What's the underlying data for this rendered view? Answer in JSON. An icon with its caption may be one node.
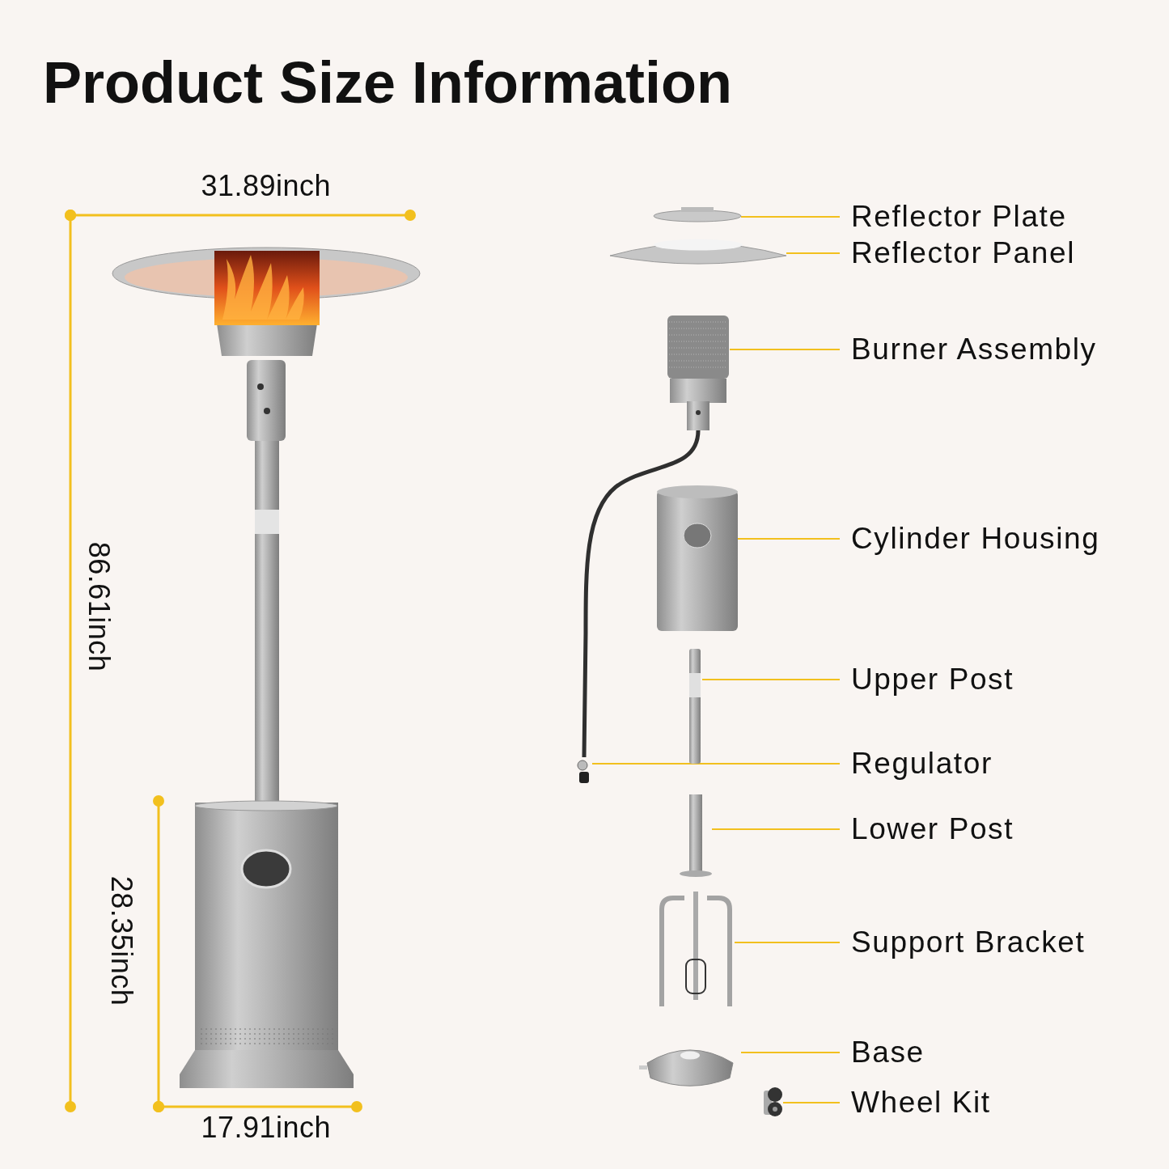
{
  "diagram": {
    "title": "Product Size Information",
    "nodes": [
      {
        "text": [
          "Reflector Plate"
        ]
      },
      {
        "text": [
          "Reflector Panel"
        ]
      },
      {
        "text": [
          "Burner Assembly"
        ]
      },
      {
        "text": [
          "Cylinder Housing"
        ]
      },
      {
        "text": [
          "Upper Post"
        ]
      },
      {
        "text": [
          "Regulator"
        ]
      },
      {
        "text": [
          "Lower Post"
        ]
      },
      {
        "text": [
          "Support Bracket"
        ]
      },
      {
        "text": [
          "Base"
        ]
      },
      {
        "text": [
          "Wheel Kit"
        ]
      },
      {
        "text": [],
        "shape": "picture"
      },
      {
        "text": [],
        "shape": "picture"
      },
      {
        "text": [],
        "shape": "picture"
      },
      {
        "text": [],
        "shape": "picture"
      },
      {
        "text": [],
        "shape": "picture"
      },
      {
        "text": [],
        "shape": "picture"
      },
      {
        "text": [],
        "shape": "picture"
      },
      {
        "text": [],
        "shape": "picture"
      },
      {
        "text": [],
        "shape": "picture"
      },
      {
        "text": [],
        "shape": "picture"
      }
    ],
    "edges": [
      {
        "from": 0,
        "to": 10,
        "arrow": "none"
      },
      {
        "from": 1,
        "to": 11,
        "arrow": "none"
      },
      {
        "from": 2,
        "to": 12,
        "arrow": "none"
      },
      {
        "from": 3,
        "to": 13,
        "arrow": "none"
      },
      {
        "from": 4,
        "to": 14,
        "arrow": "none"
      },
      {
        "from": 5,
        "to": 15,
        "arrow": "none"
      },
      {
        "from": 6,
        "to": 16,
        "arrow": "none"
      },
      {
        "from": 7,
        "to": 17,
        "arrow": "none"
      },
      {
        "from": 8,
        "to": 18,
        "arrow": "none"
      },
      {
        "from": 9,
        "to": 19,
        "arrow": "none"
      },
      {
        "from": 12,
        "to": 15,
        "arrow": "none",
        "style": "thick",
        "color": "#2f2f2f"
      }
    ],
    "labels": [
      "31.89inch",
      "86.61inch",
      "28.35inch",
      "17.91inch"
    ]
  }
}
